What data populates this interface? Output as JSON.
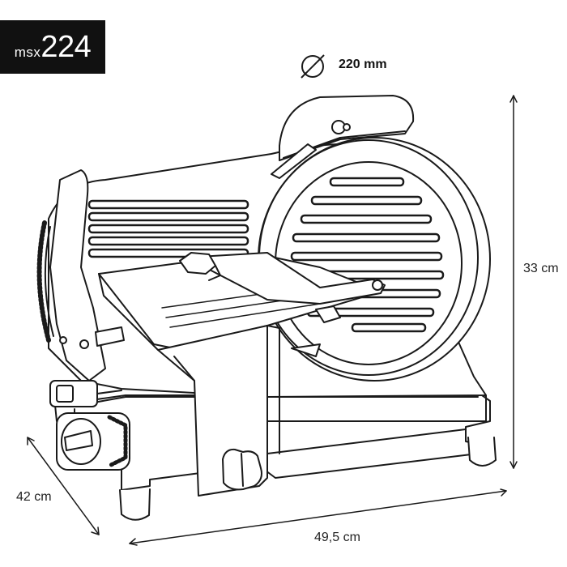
{
  "badge": {
    "prefix": "msx",
    "number": "224"
  },
  "blade": {
    "icon": "diameter-icon",
    "label": "220 mm"
  },
  "dimensions": {
    "height": "33 cm",
    "depth": "42 cm",
    "width": "49,5 cm"
  },
  "colors": {
    "line": "#1a1a1a",
    "badge_bg": "#111111",
    "badge_text": "#ffffff"
  }
}
